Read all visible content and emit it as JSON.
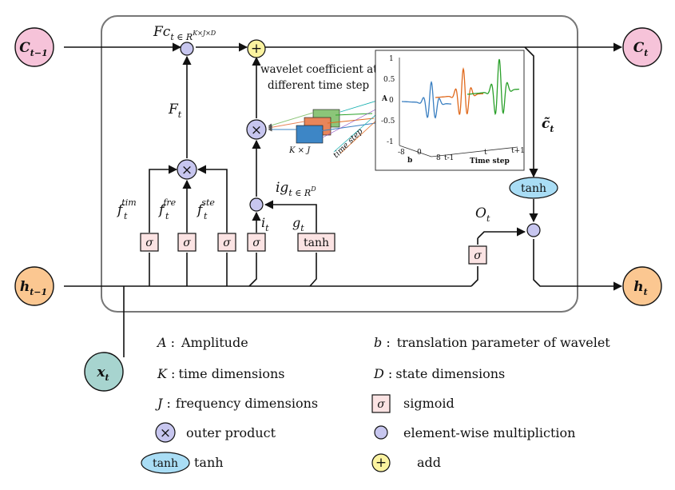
{
  "nodes": {
    "c_prev": {
      "base": "C",
      "sub": "t−1"
    },
    "c_next": {
      "base": "C",
      "sub": "t"
    },
    "h_prev": {
      "base": "h",
      "sub": "t−1"
    },
    "h_next": {
      "base": "h",
      "sub": "t"
    },
    "x_in": {
      "base": "x",
      "sub": "t"
    }
  },
  "labels": {
    "fc": {
      "base": "Fc",
      "sub": "t ∈ ",
      "sub_r": "R",
      "sup": "K×J×D"
    },
    "f_t": {
      "base": "F",
      "sub": "t"
    },
    "ig": {
      "base": "ig",
      "sub": "t ∈ ",
      "sub_r": "R",
      "sup": "D"
    },
    "i_t": {
      "base": "i",
      "sub": "t"
    },
    "g_t": {
      "base": "g",
      "sub": "t"
    },
    "o_t": {
      "base": "O",
      "sub": "t"
    },
    "c_tilde": {
      "base": "c̃",
      "sub": "t"
    },
    "f_tim": {
      "base": "f",
      "sub": "t",
      "sup": "tim"
    },
    "f_fre": {
      "base": "f",
      "sub": "t",
      "sup": "fre"
    },
    "f_ste": {
      "base": "f",
      "sub": "t",
      "sup": "ste"
    },
    "wavelet_line1": "wavelet coefficient at",
    "wavelet_line2": "different time step",
    "kxj": "K × J",
    "time_step_diag": "time step"
  },
  "ops": {
    "sigma": "σ",
    "tanh": "tanh",
    "plus": "+",
    "times": "×"
  },
  "wavelet_plot": {
    "z_ticks": [
      "1",
      "0.5",
      "0",
      "-0.5",
      "-1"
    ],
    "b_ticks": [
      "-8",
      "0",
      "8"
    ],
    "b_label": "b",
    "t_ticks": [
      "t-1",
      "t",
      "t+1"
    ],
    "t_label": "Time step",
    "a_label": "A",
    "colors": [
      "#3a7fc1",
      "#e06a1e",
      "#2aa02a"
    ]
  },
  "legend": {
    "items": [
      {
        "sym": "A",
        "sep": " :",
        "text": "Amplitude"
      },
      {
        "sym": "b",
        "sep": " :",
        "text": "translation parameter of wavelet"
      },
      {
        "sym": "K",
        "sep": " :",
        "text": "time dimensions"
      },
      {
        "sym": "D",
        "sep": " :",
        "text": "state dimensions"
      },
      {
        "sym": "J",
        "sep": " :",
        "text": "frequency dimensions"
      },
      {
        "text": "sigmoid"
      },
      {
        "text": "outer product"
      },
      {
        "text": "element-wise multipliction"
      },
      {
        "text": "tanh"
      },
      {
        "text": "add"
      }
    ]
  },
  "colors": {
    "c_node": "#f6c3d9",
    "h_node": "#fbc791",
    "x_node": "#a7d4cf",
    "op_circle": "#c7c6ef",
    "add_circle": "#fbf3a0",
    "tanh_fill": "#a9ddf5",
    "sigma_fill": "#fbe3e3",
    "cell_border": "#777777"
  }
}
